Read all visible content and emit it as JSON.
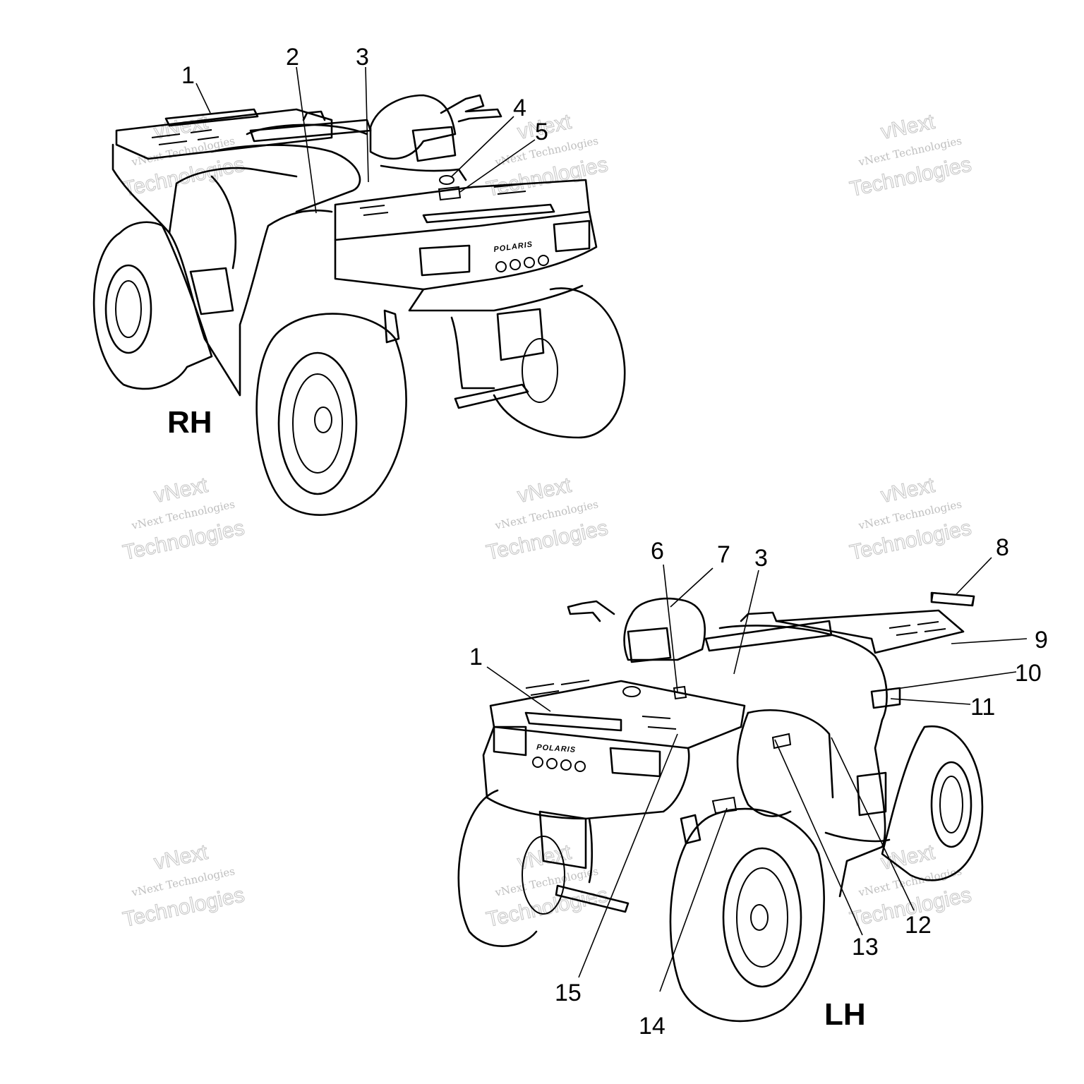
{
  "diagram": {
    "views": [
      {
        "id": "rh",
        "label": "RH"
      },
      {
        "id": "lh",
        "label": "LH"
      }
    ],
    "rh_callouts": [
      "1",
      "2",
      "3",
      "4",
      "5"
    ],
    "lh_callouts": [
      "1",
      "6",
      "7",
      "3",
      "8",
      "9",
      "10",
      "11",
      "12",
      "13",
      "14",
      "15"
    ],
    "brand_text": "POLARIS",
    "watermark": {
      "line1": "vNext",
      "line2": "vNext Technologies",
      "line3": "Technologies"
    }
  }
}
